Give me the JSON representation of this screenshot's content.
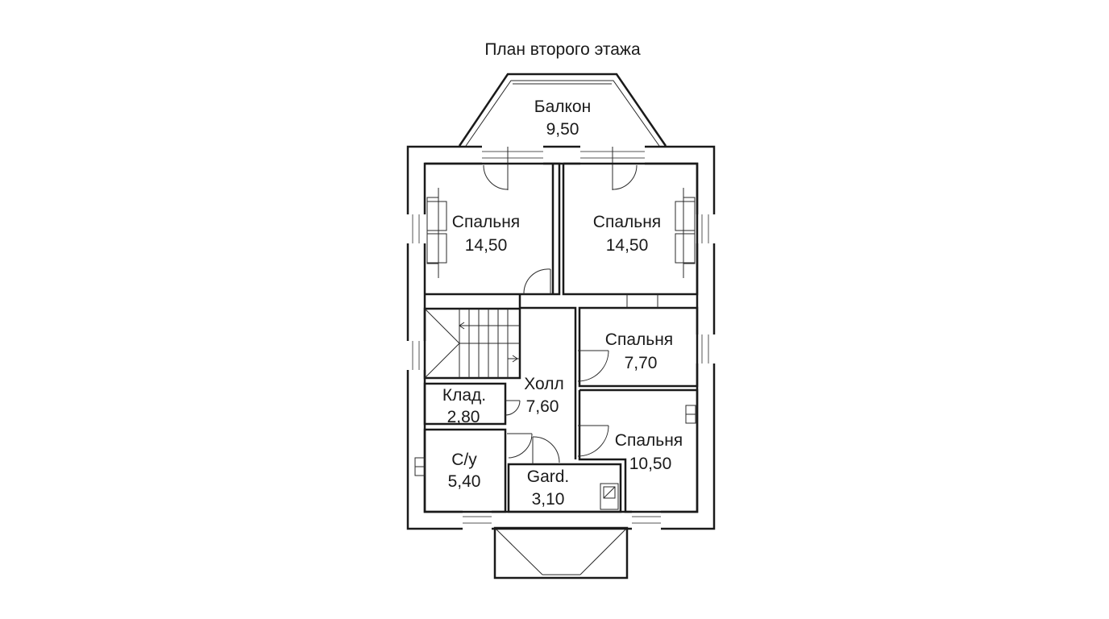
{
  "title": "План второго этажа",
  "rooms": {
    "balcony": {
      "name": "Балкон",
      "area": "9,50"
    },
    "bedroom1": {
      "name": "Спальня",
      "area": "14,50"
    },
    "bedroom2": {
      "name": "Спальня",
      "area": "14,50"
    },
    "bedroom3": {
      "name": "Спальня",
      "area": "7,70"
    },
    "hall": {
      "name": "Холл",
      "area": "7,60"
    },
    "storage": {
      "name": "Клад.",
      "area": "2,80"
    },
    "bathroom": {
      "name": "С/у",
      "area": "5,40"
    },
    "wardrobe": {
      "name": "Gard.",
      "area": "3,10"
    },
    "bedroom4": {
      "name": "Спальня",
      "area": "10,50"
    }
  }
}
